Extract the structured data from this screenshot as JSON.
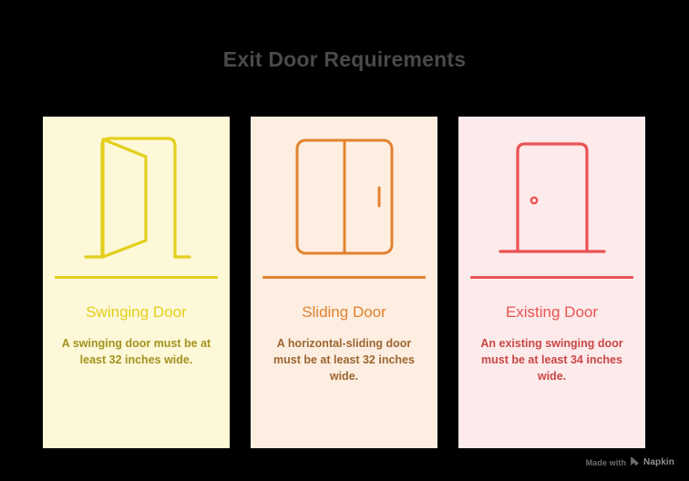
{
  "page": {
    "title": "Exit Door Requirements",
    "background_color": "#000000",
    "title_color": "#4a4a4a"
  },
  "cards": [
    {
      "id": "swinging-door",
      "icon": "open-swinging-door-icon",
      "heading": "Swinging Door",
      "body": "A swinging door must be at least 32 inches wide.",
      "background_color": "#fdf8d7",
      "accent_color": "#e3cf1c",
      "body_color": "#a3921f"
    },
    {
      "id": "sliding-door",
      "icon": "sliding-door-icon",
      "heading": "Sliding Door",
      "body": "A horizontal-sliding door must be at least 32 inches wide.",
      "background_color": "#fdeee1",
      "accent_color": "#e2822f",
      "body_color": "#9c6630"
    },
    {
      "id": "existing-door",
      "icon": "closed-door-icon",
      "heading": "Existing Door",
      "body": "An existing swinging door must be at least 34 inches wide.",
      "background_color": "#fdeaea",
      "accent_color": "#ea5353",
      "body_color": "#c94747"
    }
  ],
  "watermark": {
    "prefix": "Made with",
    "brand": "Napkin",
    "logo_icon": "napkin-logo-icon"
  }
}
